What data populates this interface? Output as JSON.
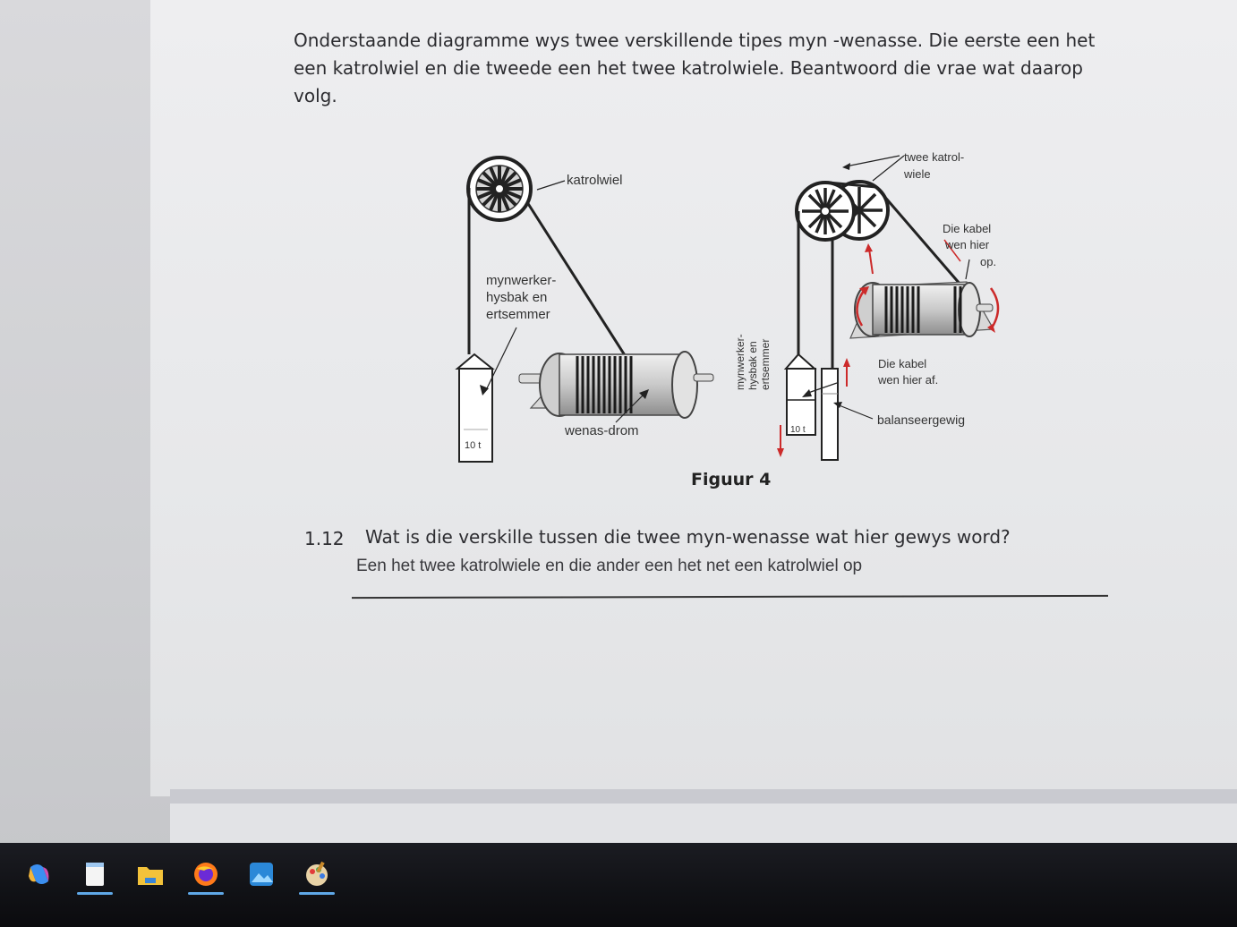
{
  "document": {
    "intro_line1": "Onderstaande diagramme wys twee verskillende  tipes  myn -wenasse. Die eerste een het",
    "intro_line2": "een katrolwiel en die tweede een het twee katrolwiele. Beantwoord die vrae wat daarop",
    "intro_line3": "volg.",
    "figure_caption": "Figuur 4",
    "figure": {
      "left_labels": {
        "pulley": "katrolwiel",
        "cage_line1": "mynwerker-",
        "cage_line2": "hysbak en",
        "cage_line3": "ertsemmer",
        "drum": "wenas-drom",
        "load": "10 t"
      },
      "right_labels": {
        "pulleys_line1": "twee katrol-",
        "pulleys_line2": "wiele",
        "wind_on_line1": "Die kabel",
        "wind_on_line2": "wen hier",
        "wind_on_line3": "op.",
        "wind_off_line1": "Die kabel",
        "wind_off_line2": "wen hier af.",
        "counterweight": "balanseergewig",
        "cage_line1": "mynwerker-",
        "cage_line2": "hysbak en",
        "cage_line3": "ertsemmer",
        "load": "10 t"
      }
    },
    "question": {
      "number": "1.12",
      "text": "Wat is die verskille tussen die twee myn-wenasse wat hier gewys word?",
      "answer": "Een het twee katrolwiele en die ander een het net een katrolwiel op"
    }
  },
  "taskbar": {
    "apps": [
      {
        "icon": "copilot-icon",
        "active": false
      },
      {
        "icon": "notepad-icon",
        "active": true
      },
      {
        "icon": "file-explorer-icon",
        "active": false
      },
      {
        "icon": "firefox-icon",
        "active": true
      },
      {
        "icon": "photos-icon",
        "active": false
      },
      {
        "icon": "paint-icon",
        "active": true
      }
    ]
  },
  "colors": {
    "page": "#ececee",
    "text": "#2b2b2f",
    "taskbar": "#111216",
    "arrow_red": "#cc2a2a",
    "active_indicator": "#5fa8e8"
  }
}
